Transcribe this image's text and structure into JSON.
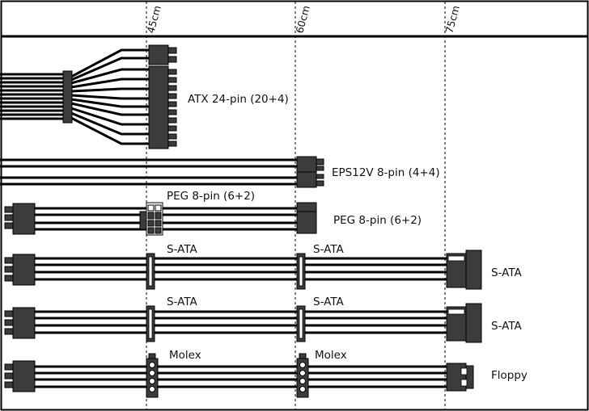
{
  "header": {
    "lengths": [
      "45cm",
      "60cm",
      "75cm"
    ]
  },
  "labels": {
    "atx": "ATX 24-pin (20+4)",
    "eps": "EPS12V 8-pin (4+4)",
    "peg_mid": "PEG 8-pin (6+2)",
    "peg_end": "PEG 8-pin (6+2)",
    "sata1_mid1": "S-ATA",
    "sata1_mid2": "S-ATA",
    "sata1_end": "S-ATA",
    "sata2_mid1": "S-ATA",
    "sata2_mid2": "S-ATA",
    "sata2_end": "S-ATA",
    "molex_mid1": "Molex",
    "molex_mid2": "Molex",
    "floppy": "Floppy"
  },
  "colors": {
    "wire": "#000000",
    "connector": "#3c3c3c",
    "border": "#000000",
    "background": "#ffffff"
  }
}
